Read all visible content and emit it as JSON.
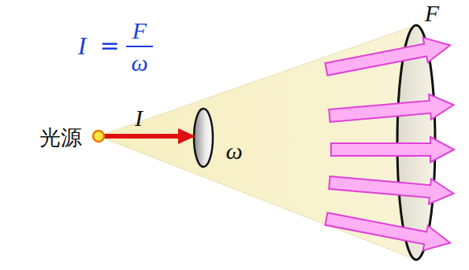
{
  "diagram": {
    "labels": [
      "I",
      "=",
      "F",
      "ω",
      "F",
      "I",
      "ω",
      "光源"
    ]
  }
}
